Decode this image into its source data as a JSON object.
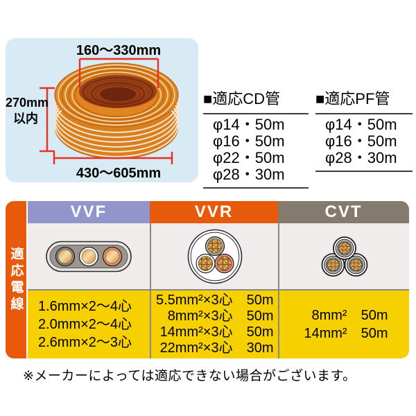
{
  "colors": {
    "panel_blue": "#d8ebf4",
    "dimension_red": "#e63226",
    "coil_orange": "#e0851f",
    "vvf_header": "#9295cb",
    "vvr_header": "#e7590b",
    "cvt_header": "#857a6e",
    "row_label_orange": "#e7590b",
    "spec_yellow": "#f6d000",
    "image_row_gray": "#efeceb"
  },
  "coil_diagram": {
    "inner_diameter": "160〜330mm",
    "height": "270mm",
    "height_note": "以内",
    "outer_diameter": "430〜605mm"
  },
  "pipe_lists": [
    {
      "title": "■適応CD管",
      "items": [
        "φ14・50m",
        "φ16・50m",
        "φ22・50m",
        "φ28・30m"
      ]
    },
    {
      "title": "■適応PF管",
      "items": [
        "φ14・50m",
        "φ16・50m",
        "φ28・30m"
      ]
    }
  ],
  "wire_table": {
    "row_label": "適応電線",
    "columns": [
      {
        "name": "VVF",
        "specs": [
          "1.6mm×2〜4心",
          "2.0mm×2〜4心",
          "2.6mm×2〜3心"
        ]
      },
      {
        "name": "VVR",
        "specs": [
          "5.5mm²×3心　50m",
          "8mm²×3心　50m",
          "14mm²×3心　50m",
          "22mm²×3心　30m"
        ]
      },
      {
        "name": "CVT",
        "specs": [
          "8mm²　50m",
          "14mm²　50m"
        ]
      }
    ]
  },
  "footnote": "※メーカーによっては適応できない場合がございます。"
}
